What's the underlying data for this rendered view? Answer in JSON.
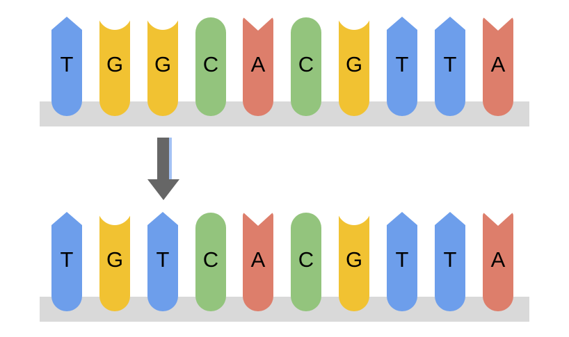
{
  "background": "#ffffff",
  "shelf_color": "#d9d9d9",
  "letter_color": "#000000",
  "notch_color": "#ffffff",
  "palette": {
    "T": {
      "color": "#6d9eeb",
      "cap": "point"
    },
    "G": {
      "color": "#f1c232",
      "cap": "bowl"
    },
    "C": {
      "color": "#93c47d",
      "cap": "round"
    },
    "A": {
      "color": "#dd7e6b",
      "cap": "vee"
    }
  },
  "rows": [
    {
      "name": "original-sequence",
      "sequence": [
        "T",
        "G",
        "G",
        "C",
        "A",
        "C",
        "G",
        "T",
        "T",
        "A"
      ]
    },
    {
      "name": "mutated-sequence",
      "sequence": [
        "T",
        "G",
        "T",
        "C",
        "A",
        "C",
        "G",
        "T",
        "T",
        "A"
      ]
    }
  ],
  "arrow": {
    "direction": "down",
    "color": "#666666",
    "accent": "#a4c2f4"
  },
  "layout": {
    "bar_centers": [
      96,
      165,
      234,
      303,
      371,
      440,
      509,
      578,
      647,
      716
    ]
  }
}
